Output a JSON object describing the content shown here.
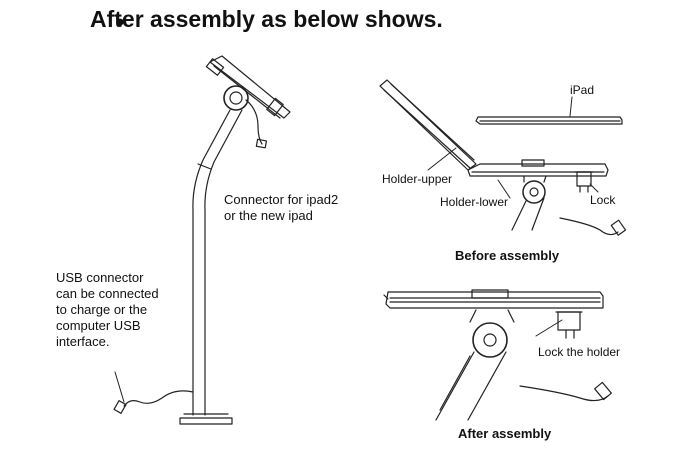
{
  "heading": {
    "bullet": "•",
    "text": "After assembly as below shows."
  },
  "left_figure": {
    "connector_label": [
      "Connector  for ipad2",
      "or the new ipad"
    ],
    "usb_label": [
      "USB connector",
      "can be connected",
      "to charge or the",
      "computer USB",
      "interface."
    ]
  },
  "before_figure": {
    "ipad_label": "iPad",
    "holder_upper_label": "Holder-upper",
    "holder_lower_label": "Holder-lower",
    "lock_label": "Lock",
    "caption": "Before assembly"
  },
  "after_figure": {
    "lock_holder_label": "Lock  the holder",
    "caption": "After assembly"
  }
}
